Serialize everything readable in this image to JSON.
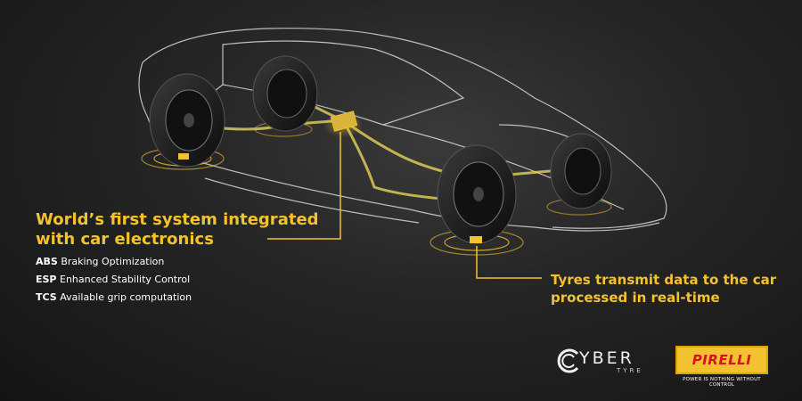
{
  "headline": {
    "line1": "World’s first system integrated",
    "line2": "with car electronics"
  },
  "features": [
    {
      "code": "ABS",
      "text": "Braking Optimization"
    },
    {
      "code": "ESP",
      "text": "Enhanced Stability Control"
    },
    {
      "code": "TCS",
      "text": "Available grip computation"
    }
  ],
  "transmit": {
    "line1": "Tyres transmit data to the car",
    "line2": "processed in real-time"
  },
  "logos": {
    "cyber": "YBER",
    "cyber_sub": "TYRE",
    "pirelli": "PIRELLI",
    "pirelli_tag": "POWER IS NOTHING WITHOUT CONTROL"
  },
  "colors": {
    "accent": "#f2c230",
    "background": "#1f1f1f",
    "pirelli_red": "#d2141c"
  }
}
